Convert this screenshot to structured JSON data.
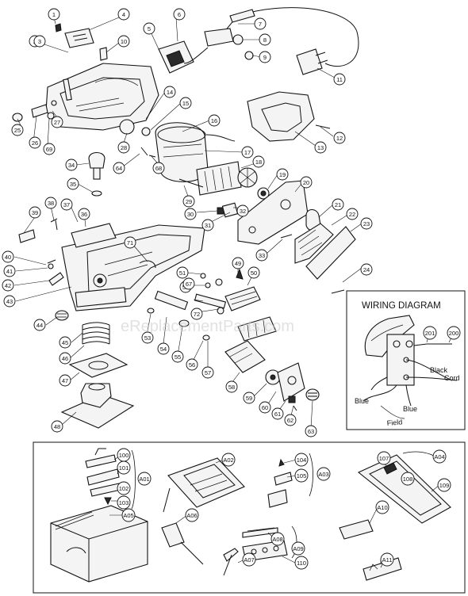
{
  "watermark": "eReplacementParts.com",
  "wiring_diagram": {
    "title": "WIRING DIAGRAM",
    "labels": {
      "black": "Black",
      "cord": "Cord",
      "blue_left": "Blue",
      "blue_right": "Blue",
      "field": "Field"
    },
    "callouts": [
      "201",
      "200"
    ]
  },
  "main_callouts": [
    "1",
    "2",
    "3",
    "4",
    "5",
    "6",
    "7",
    "8",
    "9",
    "10",
    "11",
    "12",
    "13",
    "14",
    "15",
    "16",
    "17",
    "18",
    "19",
    "20",
    "21",
    "22",
    "23",
    "24",
    "25",
    "26",
    "27",
    "28",
    "29",
    "30",
    "31",
    "32",
    "33",
    "34",
    "35",
    "36",
    "37",
    "38",
    "39",
    "40",
    "41",
    "42",
    "43",
    "44",
    "45",
    "46",
    "47",
    "48",
    "49",
    "50",
    "51",
    "52",
    "53",
    "54",
    "55",
    "56",
    "57",
    "58",
    "59",
    "60",
    "61",
    "62",
    "63",
    "64",
    "67",
    "68",
    "69",
    "71",
    "72"
  ],
  "accessory_callouts": [
    "100",
    "101",
    "102",
    "103",
    "A01",
    "A02",
    "104",
    "105",
    "A03",
    "107",
    "A04",
    "108",
    "109",
    "A05",
    "A06",
    "A10",
    "A08",
    "A09",
    "110",
    "A07",
    "A11"
  ]
}
